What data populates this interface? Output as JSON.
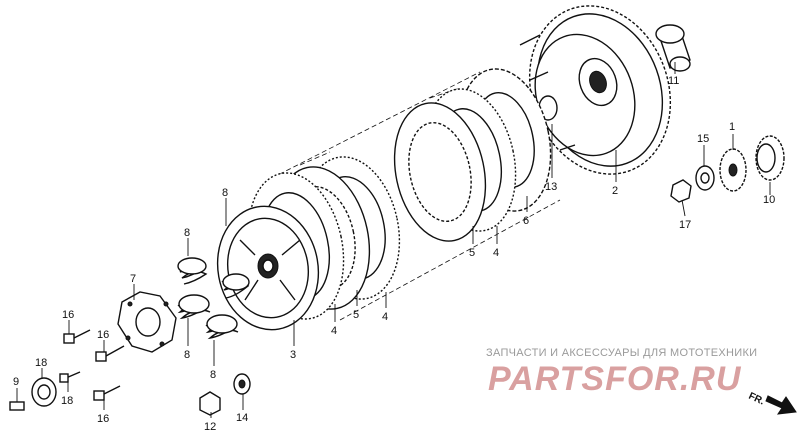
{
  "diagram": {
    "callouts": [
      "1",
      "2",
      "3",
      "4",
      "4",
      "4",
      "5",
      "5",
      "6",
      "7",
      "8",
      "8",
      "8",
      "8",
      "9",
      "10",
      "11",
      "12",
      "13",
      "14",
      "15",
      "16",
      "16",
      "16",
      "17",
      "18",
      "18"
    ]
  },
  "watermark": {
    "caption": "ЗАПЧАСТИ И АКСЕССУАРЫ ДЛЯ МОТОТЕХНИКИ",
    "brand": "PARTSFOR.RU"
  },
  "direction": {
    "label": "FR."
  },
  "colors": {
    "ink": "#111111",
    "watermark_brand": "#d9a0a0",
    "watermark_caption": "#9a9a9a"
  }
}
